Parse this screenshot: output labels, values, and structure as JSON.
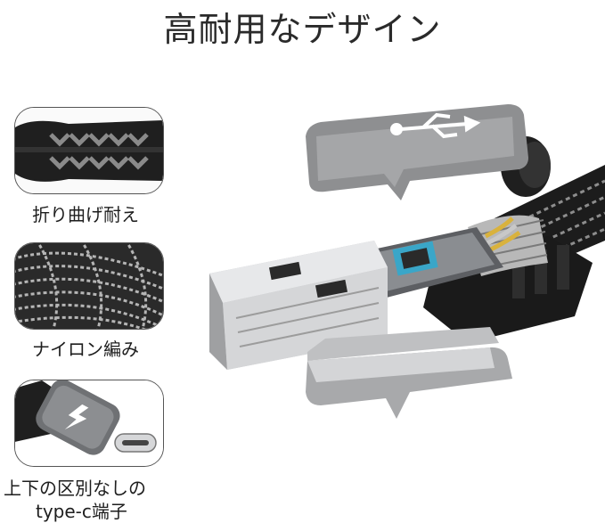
{
  "title": "高耐用なデザイン",
  "features": [
    {
      "caption": "折り曲げ耐え"
    },
    {
      "caption": "ナイロン編み"
    },
    {
      "caption_line1": "上下の区別なしの",
      "caption_line2": "type-c端子"
    }
  ],
  "colors": {
    "cable_black": "#1c1c1c",
    "braid_grey": "#9a9a9a",
    "housing_grey": "#8e8f91",
    "metal": "#d9dadc",
    "pcb_blue": "#3aa6c8"
  }
}
